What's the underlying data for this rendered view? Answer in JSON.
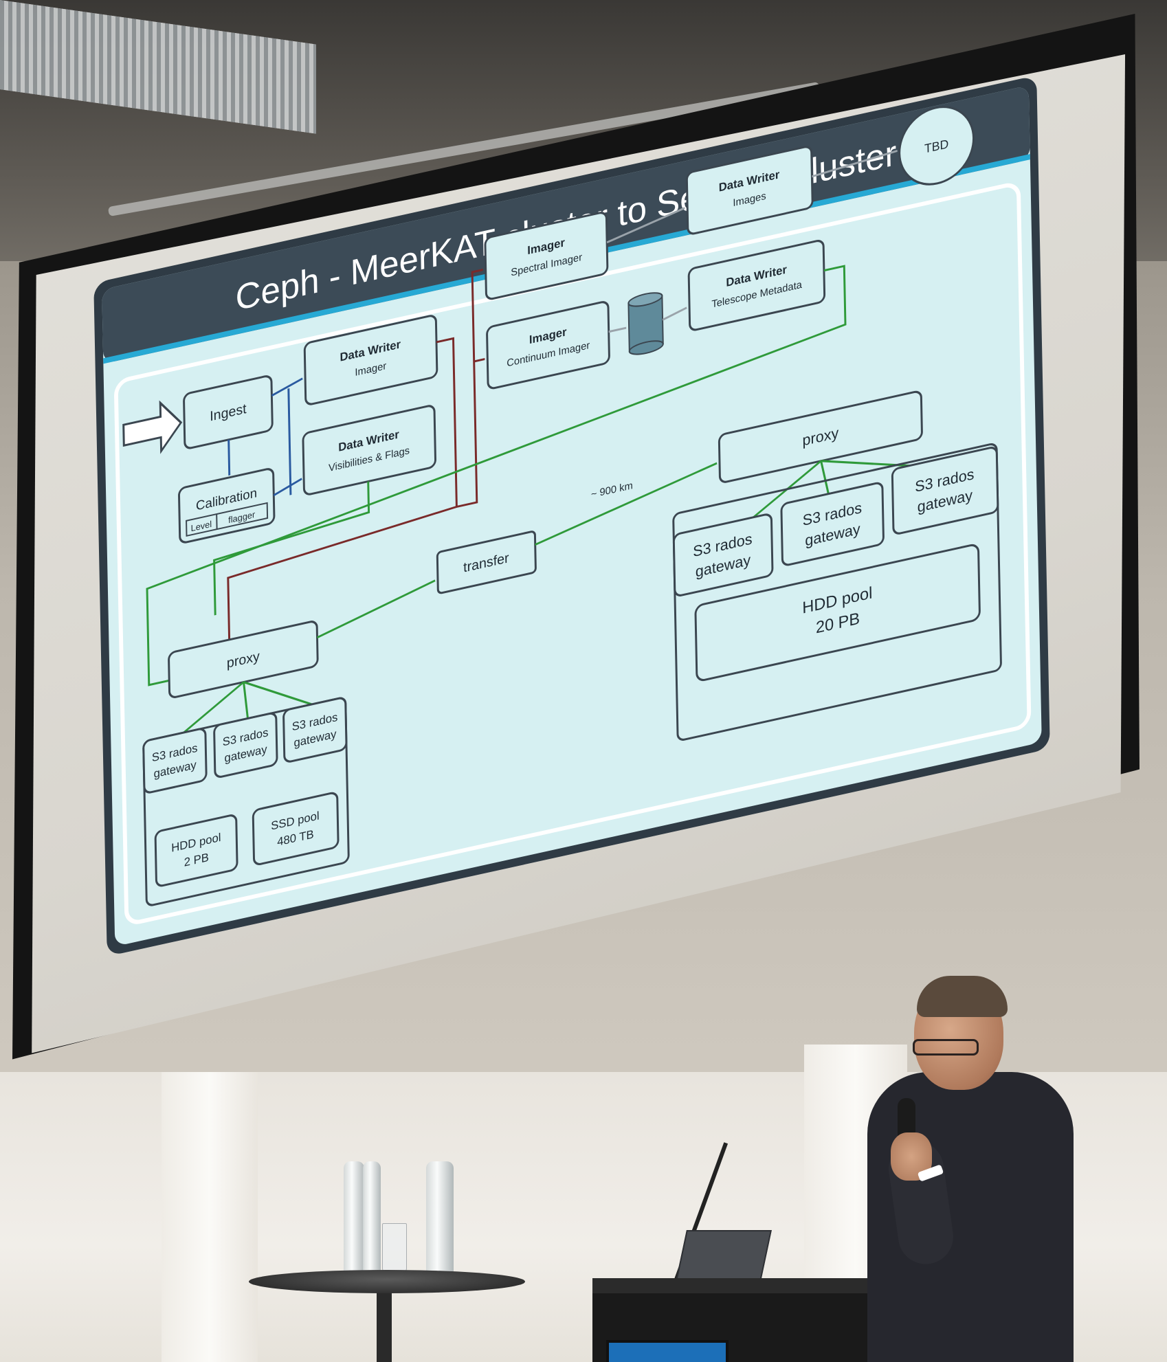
{
  "slide": {
    "title": "Ceph - MeerKAT cluster to SeeKAT cluster",
    "boxes": {
      "ingest": "Ingest",
      "calibration": "Calibration",
      "calibration_level": "Level",
      "calibration_flagger": "flagger",
      "dw_imager_title": "Data Writer",
      "dw_imager_sub": "Imager",
      "dw_vis_title": "Data Writer",
      "dw_vis_sub": "Visibilities & Flags",
      "imager_spec_title": "Imager",
      "imager_spec_sub": "Spectral Imager",
      "imager_cont_title": "Imager",
      "imager_cont_sub": "Continuum Imager",
      "dw_images_title": "Data Writer",
      "dw_images_sub": "Images",
      "dw_tel_title": "Data Writer",
      "dw_tel_sub": "Telescope Metadata",
      "tbd": "TBD",
      "proxy_left": "proxy",
      "transfer": "transfer",
      "distance": "~ 900 km",
      "proxy_right": "proxy",
      "gw_line1": "S3 rados",
      "gw_line2": "gateway",
      "hdd_left_line1": "HDD pool",
      "hdd_left_line2": "2 PB",
      "ssd_left_line1": "SSD pool",
      "ssd_left_line2": "480 TB",
      "hdd_right_line1": "HDD pool",
      "hdd_right_line2": "20 PB"
    }
  },
  "colors": {
    "slide_bg": "#d6f0f2",
    "header": "#3c4b57",
    "accent": "#27a9d4",
    "box_stroke": "#3b4650",
    "arrow_blue": "#2a5aa0",
    "arrow_green": "#2f9a3a",
    "arrow_red": "#7a2a2a",
    "cylinder": "#5f8a9a"
  }
}
